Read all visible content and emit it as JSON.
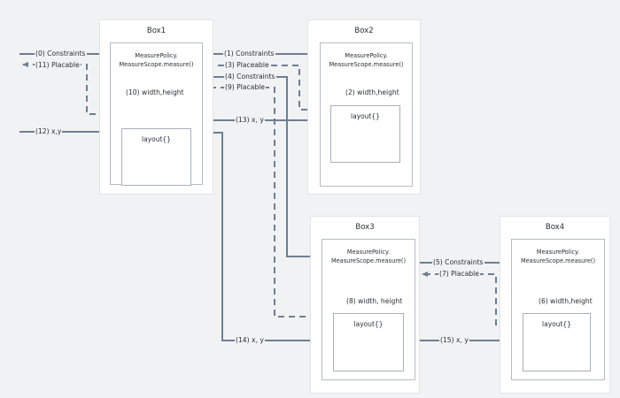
{
  "boxes": [
    {
      "title": "Box1",
      "measure_l1": "MeasurePolicy.",
      "measure_l2": "MeasureScope.measure()",
      "layout": "layout{}",
      "size_label": "(10) width,height"
    },
    {
      "title": "Box2",
      "measure_l1": "MeasurePolicy.",
      "measure_l2": "MeasureScope.measure()",
      "layout": "layout{}",
      "size_label": "(2) width,height"
    },
    {
      "title": "Box3",
      "measure_l1": "MeasurePolicy.",
      "measure_l2": "MeasureScope.measure()",
      "layout": "layout{}",
      "size_label": "(8) width, height"
    },
    {
      "title": "Box4",
      "measure_l1": "MeasurePolicy.",
      "measure_l2": "MeasureScope.measure()",
      "layout": "layout{}",
      "size_label": "(6) width,height"
    }
  ],
  "edges": {
    "e0": "(0) Constraints",
    "e11": "(11) Placable",
    "e12": "(12) x,y",
    "e1": "(1) Constraints",
    "e3": "(3) Placeable",
    "e4": "(4) Constraints",
    "e9": "(9) Placable",
    "e13": "(13) x, y",
    "e5": "(5) Constraints",
    "e7": "(7) Placable",
    "e14": "(14) x, y",
    "e15": "(15) x, y"
  },
  "colors": {
    "arrow": "#6e7f92",
    "box_border": "#e1e4e8",
    "inner_border": "#b5bcc5"
  }
}
